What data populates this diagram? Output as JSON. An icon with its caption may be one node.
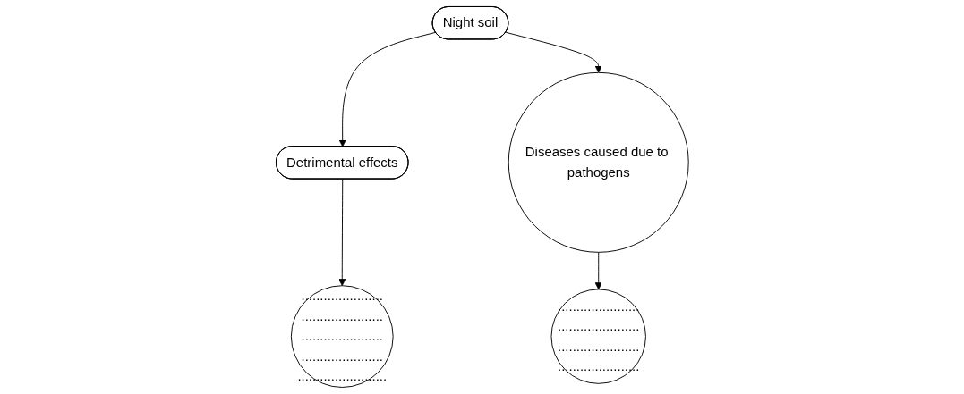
{
  "diagram": {
    "nodes": [
      {
        "text": [
          "Night soil"
        ]
      },
      {
        "text": [
          "Detrimental effects"
        ]
      },
      {
        "text": [
          "Diseases caused due to pathogens"
        ]
      },
      {
        "text": [
          "......................",
          "......................",
          "......................",
          "......................",
          "........................"
        ]
      },
      {
        "text": [
          "......................",
          "......................",
          "......................",
          "......................"
        ]
      }
    ],
    "edges": [
      {
        "from": 0,
        "to": 1,
        "arrow": "to"
      },
      {
        "from": 0,
        "to": 2,
        "arrow": "to"
      },
      {
        "from": 1,
        "to": 3,
        "arrow": "to"
      },
      {
        "from": 2,
        "to": 4,
        "arrow": "to"
      }
    ]
  }
}
